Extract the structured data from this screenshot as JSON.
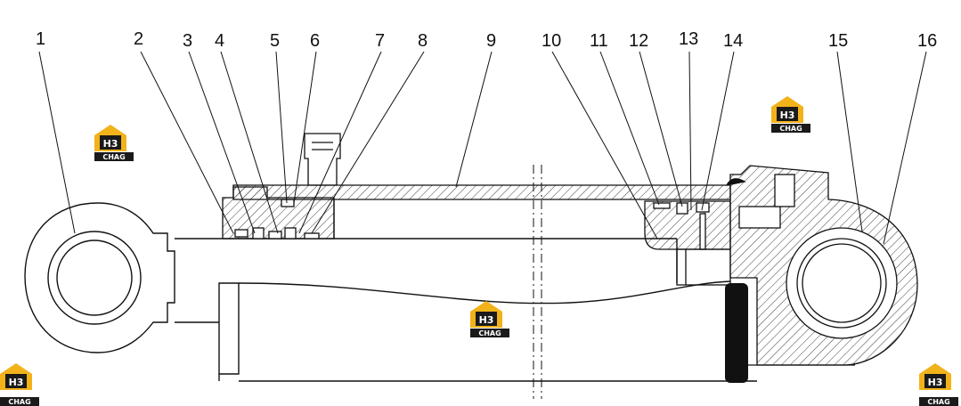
{
  "callouts": [
    "1",
    "2",
    "3",
    "4",
    "5",
    "6",
    "7",
    "8",
    "9",
    "10",
    "11",
    "12",
    "13",
    "14",
    "15",
    "16"
  ],
  "watermark": {
    "mark": "H3",
    "caption": "CHAG",
    "color": "#f2b21a",
    "dark": "#1a1a1a"
  },
  "colors": {
    "line": "#111111",
    "background": "#ffffff",
    "hatch": "#111111"
  }
}
